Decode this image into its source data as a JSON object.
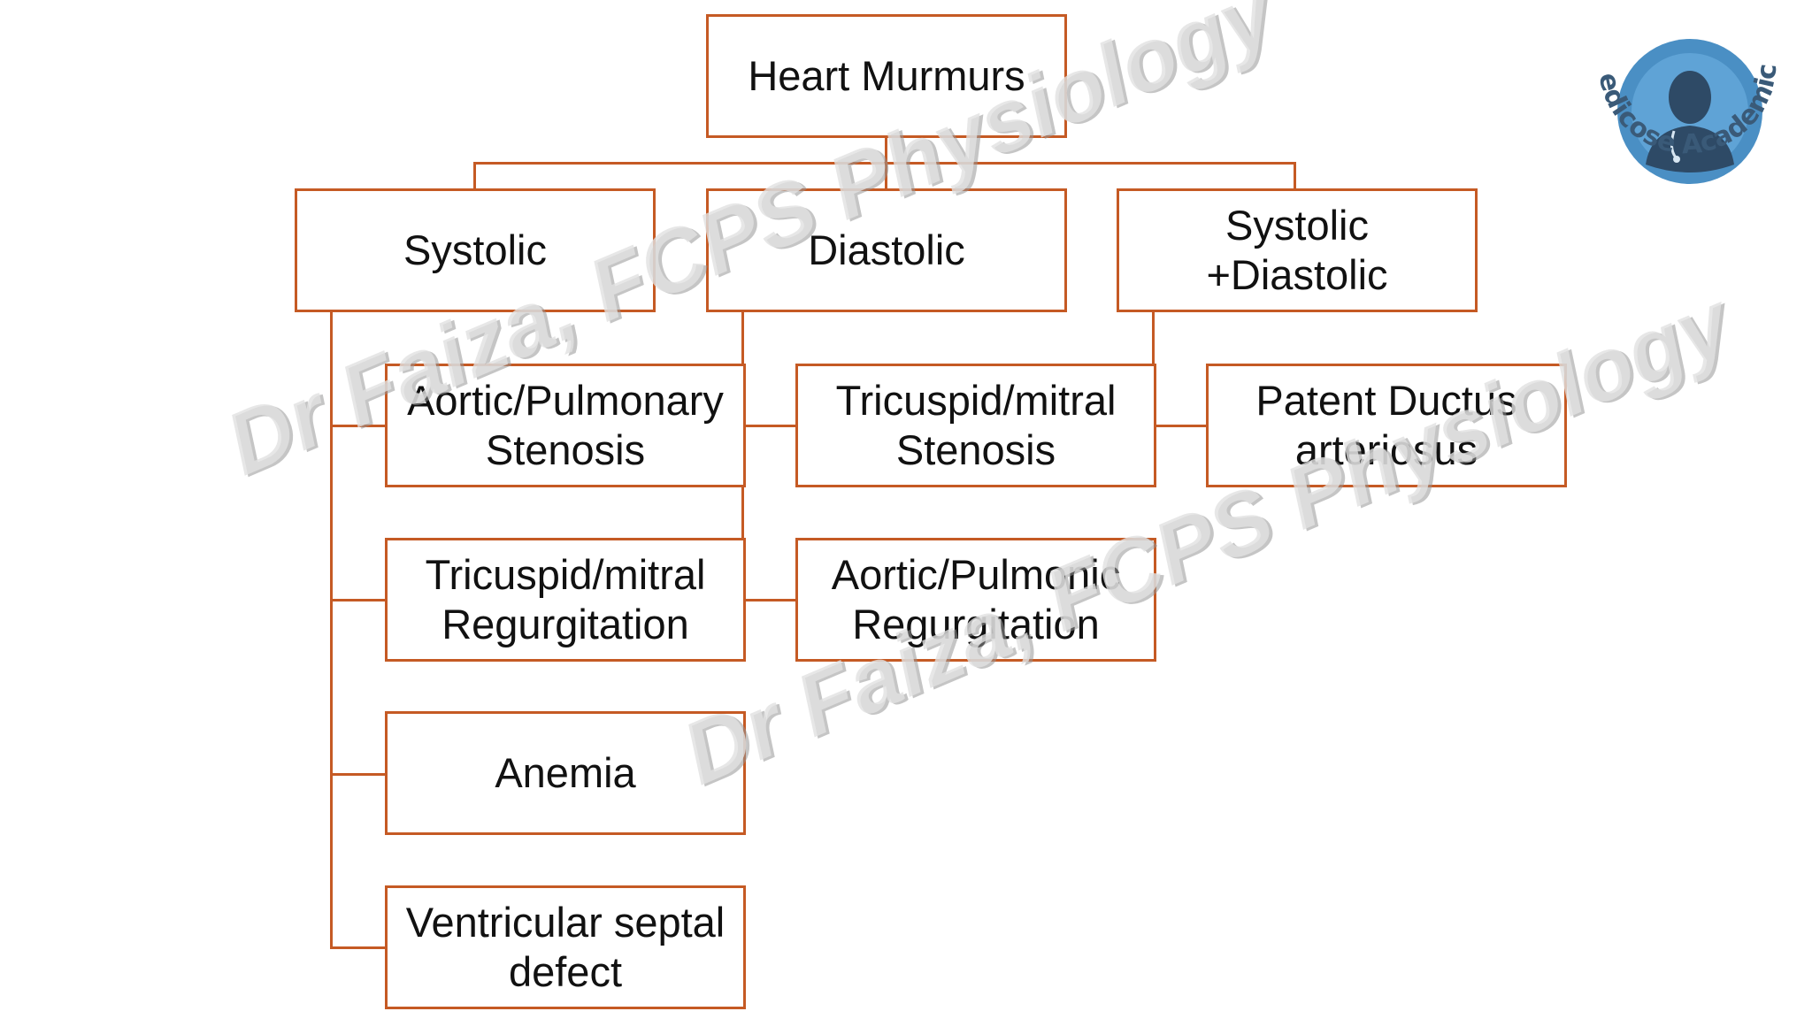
{
  "diagram": {
    "root": "Heart Murmurs",
    "categories": {
      "systolic": "Systolic",
      "diastolic": "Diastolic",
      "both": "Systolic\n+Diastolic"
    },
    "systolic_items": [
      "Aortic/Pulmonary\nStenosis",
      "Tricuspid/mitral\nRegurgitation",
      "Anemia",
      "Ventricular septal\ndefect"
    ],
    "diastolic_items": [
      "Tricuspid/mitral\nStenosis",
      "Aortic/Pulmonic\nRegurgitation"
    ],
    "both_items": [
      "Patent Ductus\narteriosus"
    ]
  },
  "watermark": {
    "text": "Dr Faiza, FCPS Physiology"
  },
  "logo": {
    "text": "Medicose Academics",
    "icon": "doctor-avatar-icon",
    "circle_color": "#4a8fc4",
    "text_color": "#3a5a78"
  },
  "colors": {
    "connector": "#c55a24",
    "box_border": "#c55a24"
  }
}
